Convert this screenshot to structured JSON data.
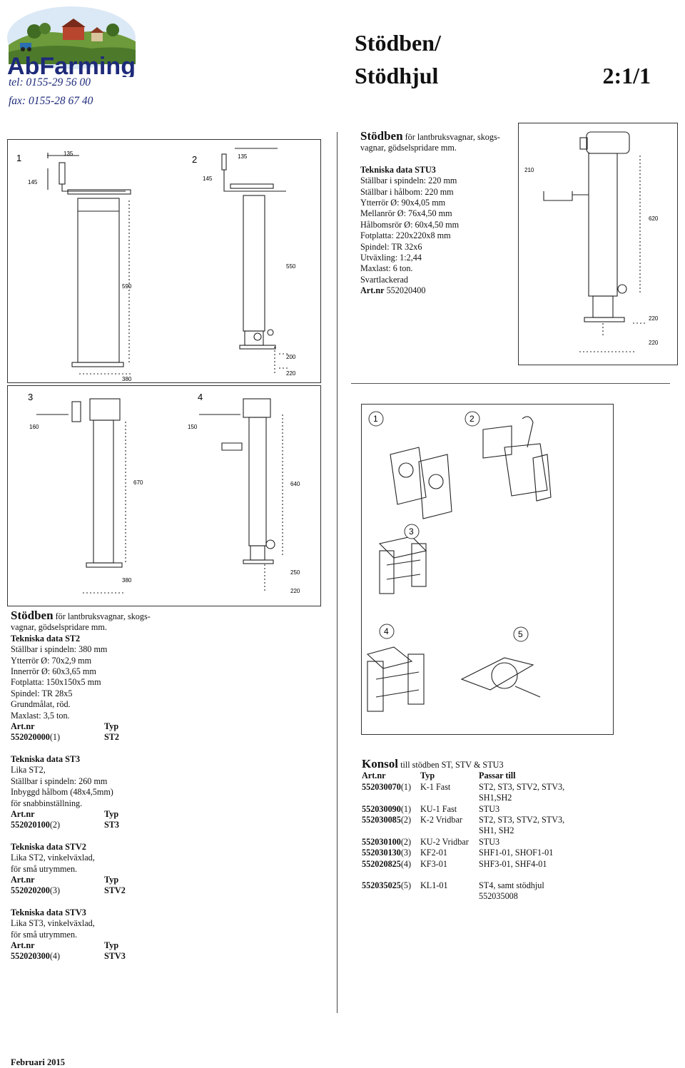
{
  "header": {
    "logo_text": "AbFarming",
    "tel": "tel: 0155-29 56 00",
    "fax": "fax: 0155-28 67 40",
    "title_line1": "Stödben/",
    "title_line2": "Stödhjul",
    "page_code": "2:1/1"
  },
  "figures": {
    "left_top": {
      "fig1": "1",
      "fig2": "2",
      "dims1": [
        "135",
        "145",
        "590",
        "380"
      ],
      "dims2": [
        "135",
        "145",
        "550",
        "200",
        "220"
      ]
    },
    "right_top": {
      "dims": [
        "210",
        "620",
        "220",
        "220"
      ]
    },
    "left_mid": {
      "fig3": "3",
      "fig4": "4",
      "dims3": [
        "160",
        "670",
        "380"
      ],
      "dims4": [
        "150",
        "640",
        "250",
        "220"
      ]
    },
    "konsol": {
      "n1": "1",
      "n2": "2",
      "n3": "3",
      "n4": "4",
      "n5": "5"
    }
  },
  "stu3": {
    "heading_bold": "Stödben",
    "heading_rest": " för lantbruksvagnar, skogs-",
    "heading_line2": "vagnar, gödselspridare mm.",
    "tech_title": "Tekniska data STU3",
    "specs": [
      "Ställbar i spindeln: 220 mm",
      "Ställbar i hålbom: 220 mm",
      "Ytterrör Ø: 90x4,05 mm",
      "Mellanrör Ø: 76x4,50 mm",
      "Hålbomsrör Ø: 60x4,50 mm",
      "Fotplatta: 220x220x8 mm",
      "Spindel: TR 32x6",
      "Utväxling: 1:2,44",
      "Maxlast: 6 ton.",
      "Svartlackerad"
    ],
    "art_label": "Art.nr",
    "art_value": " 552020400"
  },
  "st2": {
    "heading_bold": "Stödben",
    "heading_rest": " för lantbruksvagnar, skogs-",
    "heading_line2": "vagnar, gödselspridare mm.",
    "tech_title": "Tekniska data ST2",
    "specs": [
      "Ställbar i spindeln: 380 mm",
      "Ytterrör Ø: 70x2,9 mm",
      "Innerrör Ø: 60x3,65 mm",
      "Fotplatta: 150x150x5 mm",
      "Spindel: TR 28x5",
      "Grundmålat, röd.",
      "Maxlast: 3,5 ton."
    ],
    "art_label": "Art.nr",
    "typ_label": "Typ",
    "art_value": "552020000",
    "art_ref": "(1)",
    "typ_value": "ST2"
  },
  "st3": {
    "tech_title": "Tekniska data ST3",
    "lines": [
      "Lika ST2,",
      "Ställbar i spindeln: 260 mm",
      "Inbyggd hålbom (48x4,5mm)",
      "för snabbinställning."
    ],
    "art_label": "Art.nr",
    "typ_label": "Typ",
    "art_value": "552020100",
    "art_ref": "(2)",
    "typ_value": "ST3"
  },
  "stv2": {
    "tech_title": "Tekniska data STV2",
    "lines": [
      "Lika ST2, vinkelväxlad,",
      "för små utrymmen."
    ],
    "art_label": "Art.nr",
    "typ_label": "Typ",
    "art_value": "552020200",
    "art_ref": "(3)",
    "typ_value": "STV2"
  },
  "stv3": {
    "tech_title": "Tekniska data STV3",
    "lines": [
      "Lika ST3, vinkelväxlad,",
      "för små utrymmen."
    ],
    "art_label": "Art.nr",
    "typ_label": "Typ",
    "art_value": "552020300",
    "art_ref": "(4)",
    "typ_value": "STV3"
  },
  "konsol": {
    "heading_bold": "Konsol",
    "heading_rest": " till stödben ST, STV & STU3",
    "col_headers": [
      "Art.nr",
      "Typ",
      "Passar till"
    ],
    "rows": [
      {
        "art": "552030070",
        "ref": "(1)",
        "typ": "K-1 Fast",
        "passar": "ST2, ST3, STV2, STV3,",
        "passar2": "SH1,SH2"
      },
      {
        "art": "552030090",
        "ref": "(1)",
        "typ": "KU-1 Fast",
        "passar": "STU3",
        "passar2": ""
      },
      {
        "art": "552030085",
        "ref": "(2)",
        "typ": "K-2 Vridbar",
        "passar": "ST2, ST3, STV2, STV3,",
        "passar2": "SH1, SH2"
      },
      {
        "art": "552030100",
        "ref": "(2)",
        "typ": "KU-2 Vridbar",
        "passar": "STU3",
        "passar2": ""
      },
      {
        "art": "552030130",
        "ref": "(3)",
        "typ": "KF2-01",
        "passar": "SHF1-01, SHOF1-01",
        "passar2": ""
      },
      {
        "art": "552020825",
        "ref": "(4)",
        "typ": "KF3-01",
        "passar": "SHF3-01, SHF4-01",
        "passar2": ""
      }
    ],
    "last_row": {
      "art": "552035025",
      "ref": "(5)",
      "typ": "KL1-01",
      "passar": "ST4, samt stödhjul",
      "passar2": "552035008"
    }
  },
  "footer": {
    "date": "Februari 2015"
  },
  "colors": {
    "brand_blue": "#1e2a7a",
    "frame": "#333333",
    "line": "#222222"
  }
}
